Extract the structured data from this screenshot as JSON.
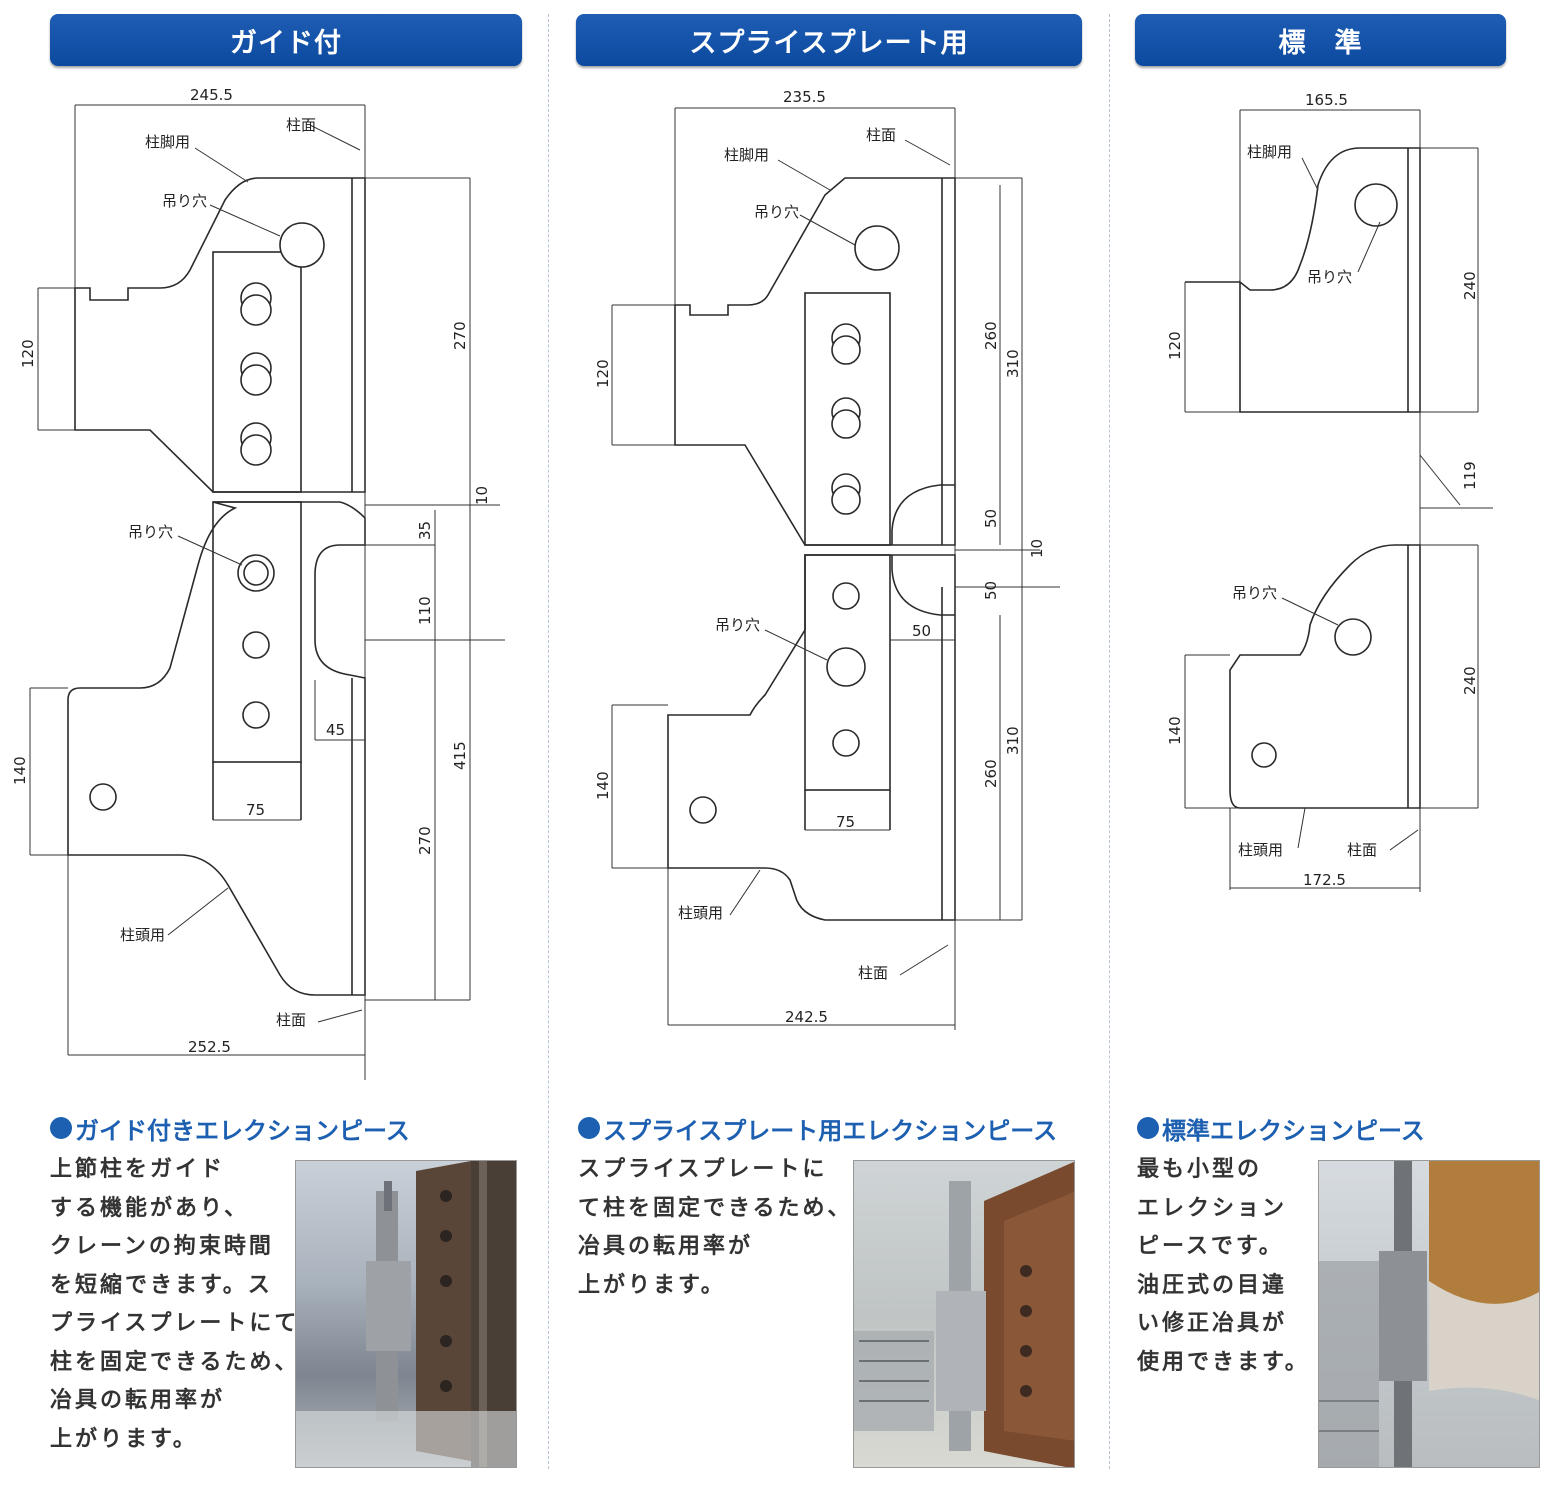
{
  "columns": [
    {
      "header": "ガイド付",
      "title": "ガイド付きエレクションピース",
      "lines": [
        "上節柱をガイド",
        "する機能があり、",
        "クレーンの拘束時間",
        "を短縮できます。ス",
        "プライスプレートにて",
        "柱を固定できるため、",
        "冶具の転用率が",
        "上がります。"
      ]
    },
    {
      "header": "スプライスプレート用",
      "title": "スプライスプレート用エレクションピース",
      "lines": [
        "スプライスプレートに",
        "て柱を固定できるため、",
        "冶具の転用率が",
        "上がります。"
      ]
    },
    {
      "header": "標　準",
      "title": "標準エレクションピース",
      "lines": [
        "最も小型の",
        "エレクション",
        "ピースです。",
        "油圧式の目違",
        "い修正冶具が",
        "使用できます。"
      ]
    }
  ],
  "labels": {
    "col_face": "柱面",
    "col_leg": "柱脚用",
    "col_head": "柱頭用",
    "lift_hole": "吊り穴"
  },
  "dims": {
    "g_top": "245.5",
    "g_bottom": "252.5",
    "g_120": "120",
    "g_140": "140",
    "g_270a": "270",
    "g_270b": "270",
    "g_10": "10",
    "g_35": "35",
    "g_110": "110",
    "g_415": "415",
    "g_45": "45",
    "g_75": "75",
    "s_top": "235.5",
    "s_bottom": "242.5",
    "s_120": "120",
    "s_140": "140",
    "s_260a": "260",
    "s_310a": "310",
    "s_50a": "50",
    "s_10": "10",
    "s_50b": "50",
    "s_50c": "50",
    "s_260b": "260",
    "s_310b": "310",
    "s_75": "75",
    "n_top": "165.5",
    "n_bottom": "172.5",
    "n_120": "120",
    "n_140": "140",
    "n_240a": "240",
    "n_119": "119",
    "n_240b": "240"
  },
  "colors": {
    "header_bg": "#0c4aa0",
    "title": "#1d5fb0"
  }
}
